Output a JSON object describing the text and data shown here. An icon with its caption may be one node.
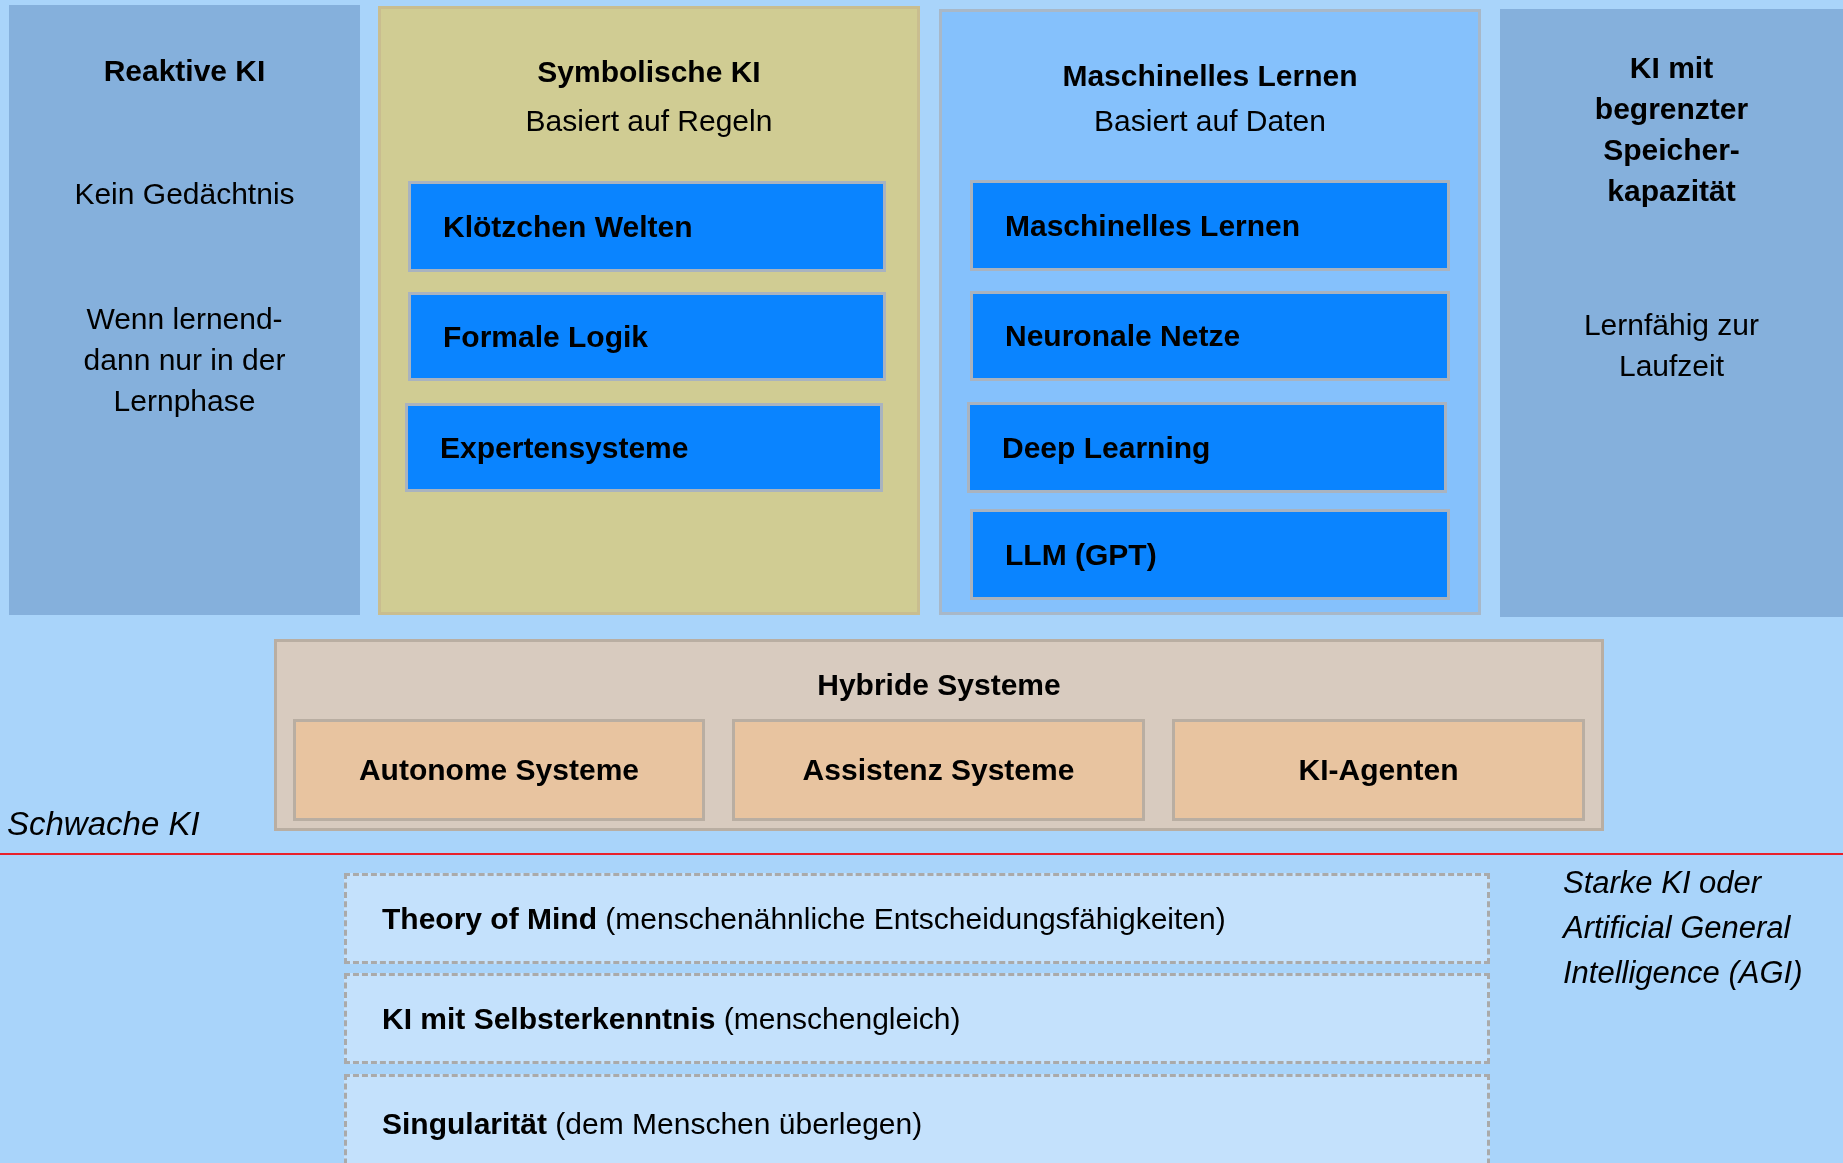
{
  "diagram": {
    "nodes": [
      {
        "text": [
          "Reaktive KI",
          "Kein Gedächtnis",
          "Wenn lernend- dann nur in der Lernphase"
        ]
      },
      {
        "text": [
          "Symbolische KI",
          "Basiert auf Regeln"
        ]
      },
      {
        "text": [
          "Klötzchen Welten"
        ],
        "in": 1
      },
      {
        "text": [
          "Formale Logik"
        ],
        "in": 1
      },
      {
        "text": [
          "Expertensysteme"
        ],
        "in": 1
      },
      {
        "text": [
          "Maschinelles Lernen",
          "Basiert auf Daten"
        ]
      },
      {
        "text": [
          "Maschinelles Lernen"
        ],
        "in": 5
      },
      {
        "text": [
          "Neuronale Netze"
        ],
        "in": 5
      },
      {
        "text": [
          "Deep Learning"
        ],
        "in": 5
      },
      {
        "text": [
          "LLM (GPT)"
        ],
        "in": 5
      },
      {
        "text": [
          "KI mit begrenzter Speicher- kapazität",
          "Lernfähig zur Laufzeit"
        ]
      },
      {
        "text": [
          "Hybride Systeme"
        ]
      },
      {
        "text": [
          "Autonome Systeme"
        ],
        "in": 11
      },
      {
        "text": [
          "Assistenz Systeme"
        ],
        "in": 11
      },
      {
        "text": [
          "KI-Agenten"
        ],
        "in": 11
      },
      {
        "text": [
          "**Theory of Mind** (menschenähnliche Entscheidungsfähigkeiten)"
        ]
      },
      {
        "text": [
          "**KI mit Selbsterkenntnis** (menschengleich)"
        ]
      },
      {
        "text": [
          "**Singularität** (dem Menschen überlegen)"
        ]
      }
    ],
    "labels": [
      "Schwache KI",
      "Starke KI oder Artificial General Intelligence (AGI)"
    ]
  }
}
